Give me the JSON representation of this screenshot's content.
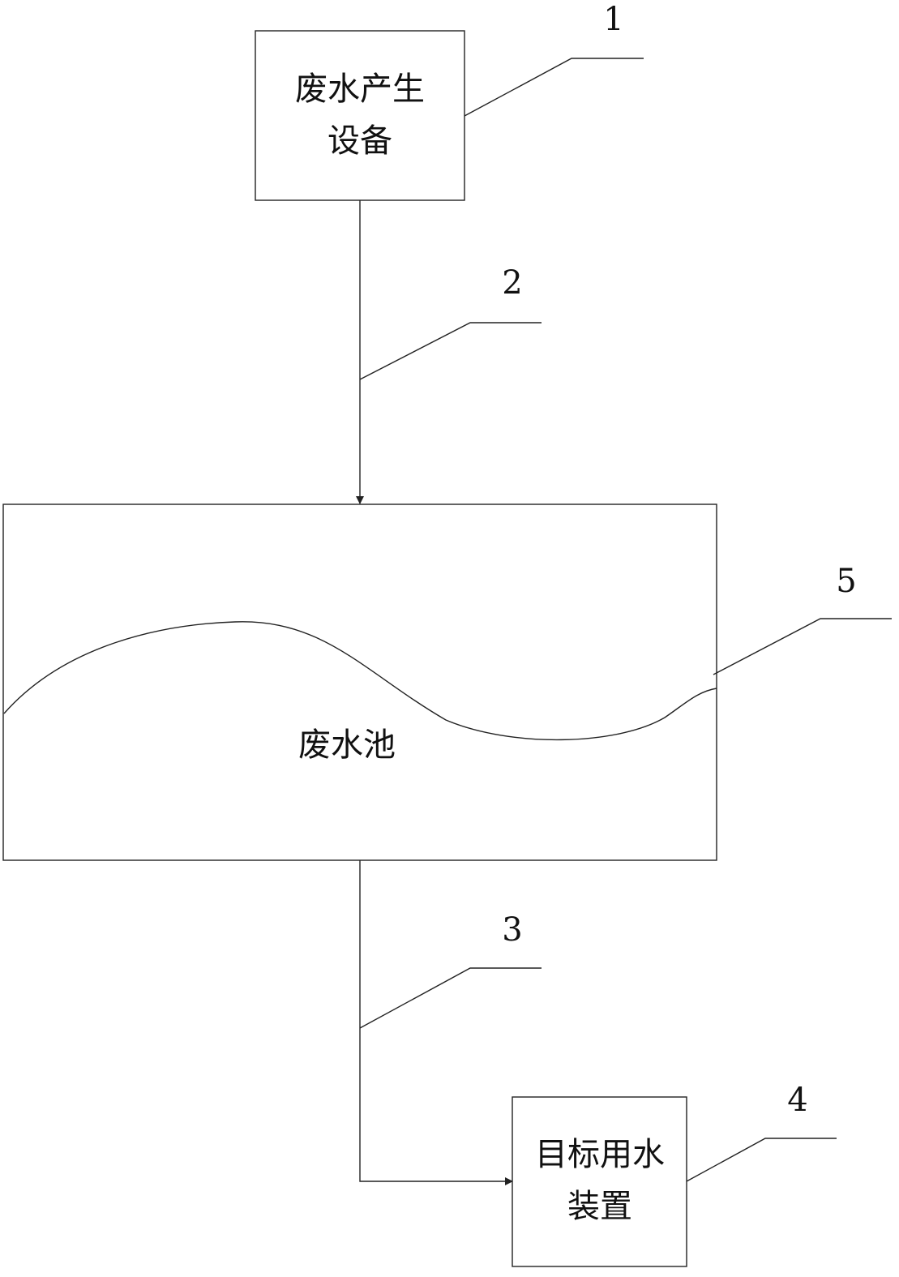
{
  "nodes": {
    "source": {
      "lines": [
        "废水产生",
        "设备"
      ],
      "ref": "1"
    },
    "pipe_in": {
      "ref": "2"
    },
    "pool": {
      "label": "废水池",
      "ref": "5"
    },
    "pipe_out": {
      "ref": "3"
    },
    "target": {
      "lines": [
        "目标用水",
        "装置"
      ],
      "ref": "4"
    }
  },
  "colors": {
    "stroke": "#222222",
    "text": "#111111",
    "background": "#ffffff"
  }
}
